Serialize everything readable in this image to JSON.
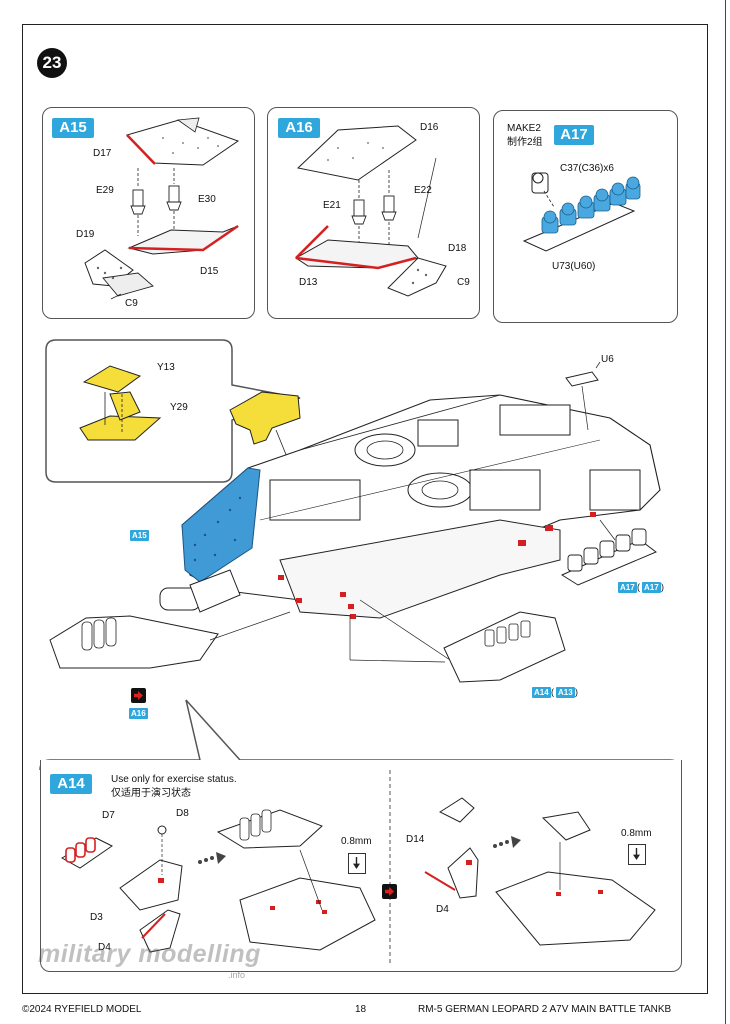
{
  "step": {
    "number": "23"
  },
  "panels": {
    "a15": {
      "tag": "A15",
      "labels": {
        "d17": "D17",
        "e29": "E29",
        "e30": "E30",
        "d19": "D19",
        "d15": "D15",
        "c9": "C9"
      }
    },
    "a16": {
      "tag": "A16",
      "labels": {
        "d16": "D16",
        "e21": "E21",
        "e22": "E22",
        "d18": "D18",
        "d13": "D13",
        "c9": "C9"
      }
    },
    "a17": {
      "tag": "A17",
      "make": "MAKE2",
      "make_cn": "制作2组",
      "labels": {
        "c37": "C37(C36)x6",
        "u73": "U73(U60)"
      }
    }
  },
  "callout": {
    "labels": {
      "y13": "Y13",
      "y29": "Y29"
    }
  },
  "main": {
    "labels": {
      "u6": "U6"
    },
    "tags": {
      "a15": "A15",
      "a16": "A16",
      "a17": "A17",
      "a17_alt": "A17",
      "a14": "A14",
      "a14_alt": "A13"
    }
  },
  "bottom": {
    "tag": "A14",
    "note_en": "Use only for exercise status.",
    "note_cn": "仅适用于演习状态",
    "labels": {
      "d7": "D7",
      "d8": "D8",
      "d3": "D3",
      "d4": "D4",
      "d14": "D14",
      "d4b": "D4",
      "mm1": "0.8mm",
      "mm2": "0.8mm"
    }
  },
  "watermark": {
    "main": "military modelling",
    "sub": ".info"
  },
  "footer": {
    "copyright": "©2024 RYEFIELD MODEL",
    "page": "18",
    "title": "RM-5 GERMAN LEOPARD  2 A7V MAIN BATTLE TANKB"
  },
  "colors": {
    "accent": "#2fa7dd",
    "highlight_yellow": "#f5dd3a",
    "highlight_red": "#d42020"
  }
}
